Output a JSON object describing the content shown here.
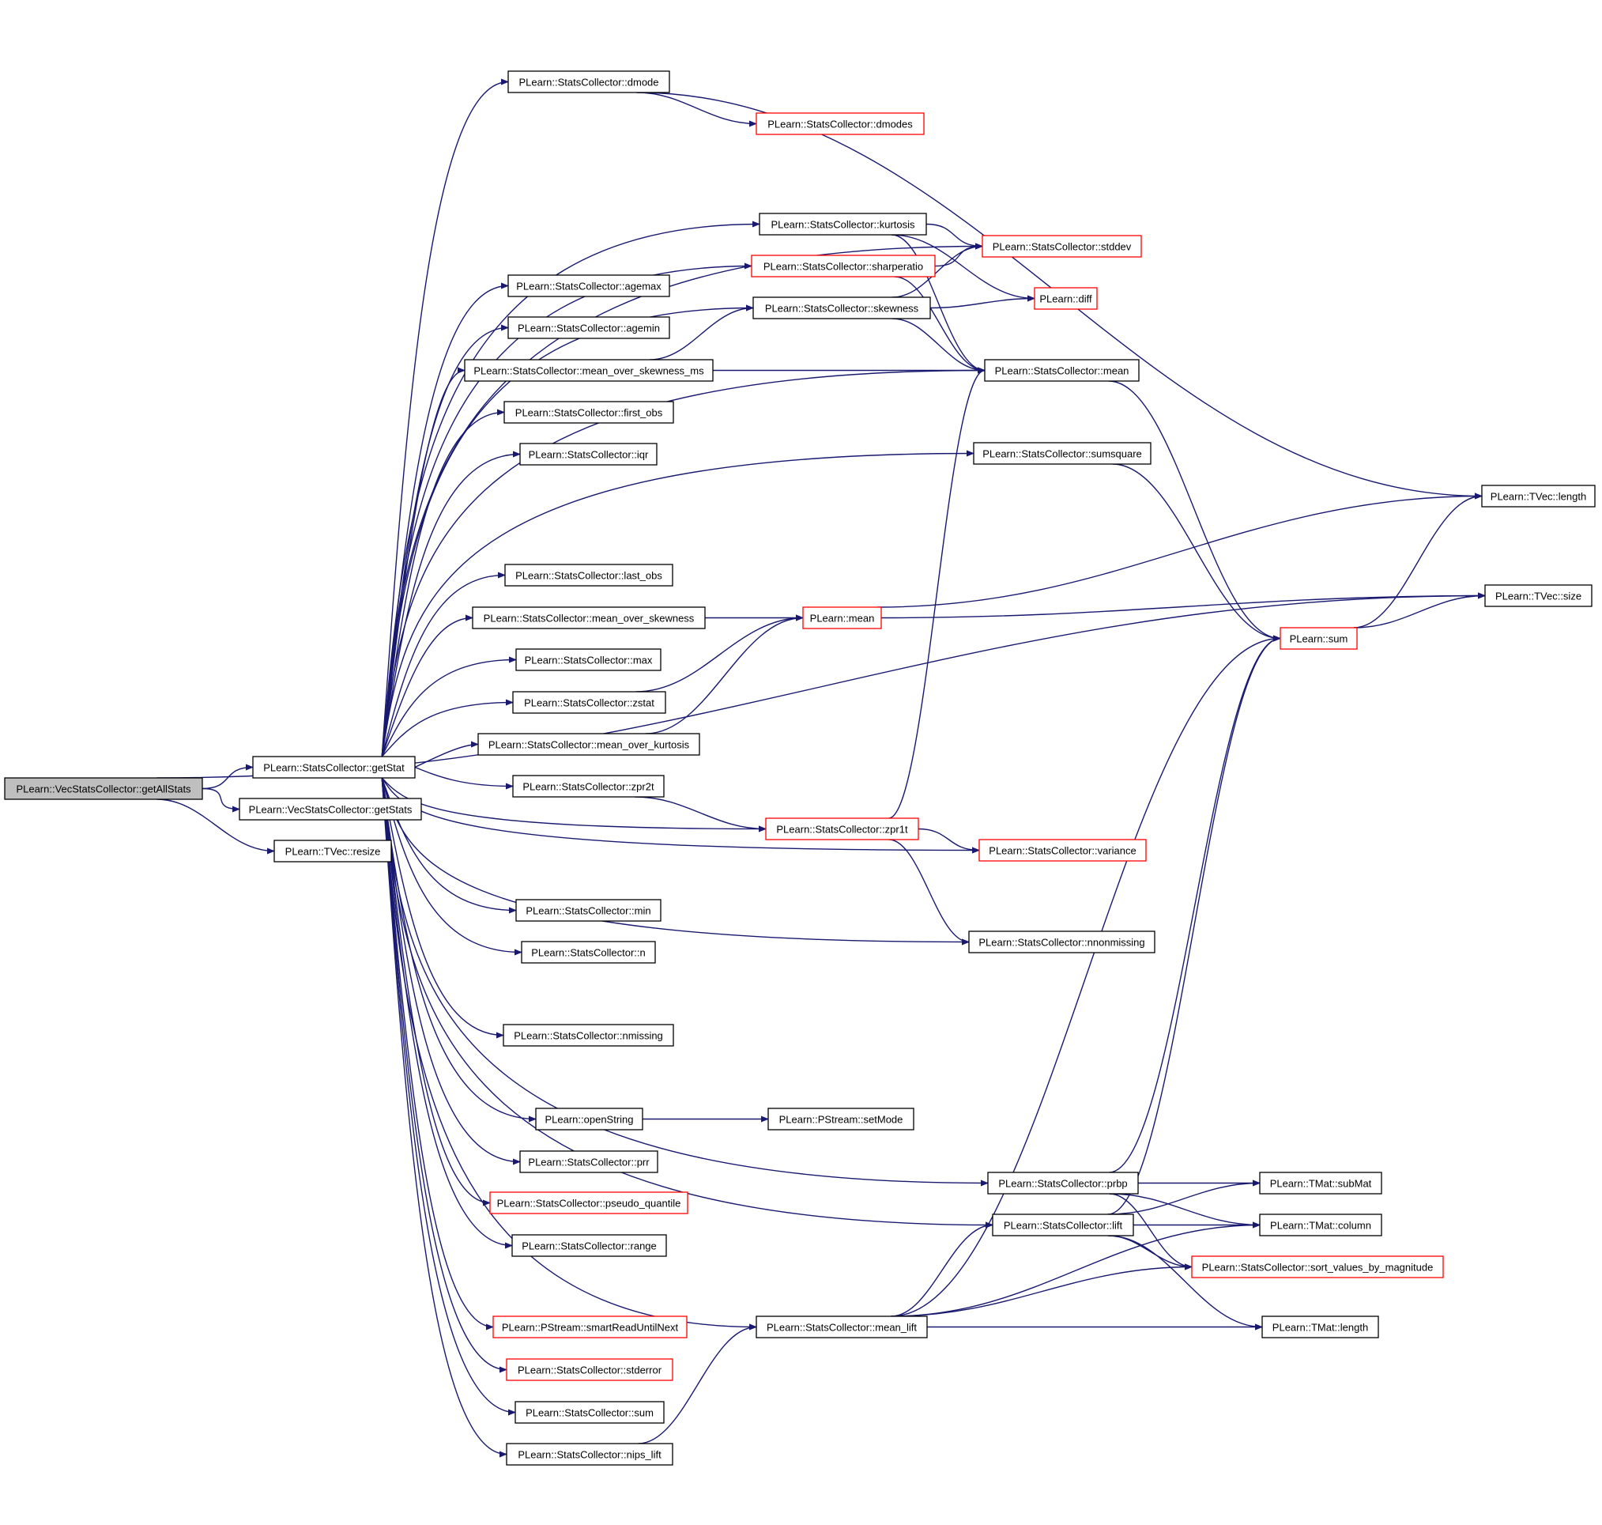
{
  "colors": {
    "edge": "#191970",
    "node_border": "#000000",
    "node_border_partial": "#ff0000",
    "root_fill": "#bfbfbf",
    "node_fill": "#ffffff"
  },
  "nodes": [
    {
      "id": "getAllStats",
      "label": "PLearn::VecStatsCollector::getAllStats",
      "root": true
    },
    {
      "id": "getStat",
      "label": "PLearn::StatsCollector::getStat"
    },
    {
      "id": "vgetStats",
      "label": "PLearn::VecStatsCollector::getStats"
    },
    {
      "id": "resize",
      "label": "PLearn::TVec::resize"
    },
    {
      "id": "dmode",
      "label": "PLearn::StatsCollector::dmode"
    },
    {
      "id": "dmodes",
      "label": "PLearn::StatsCollector::dmodes",
      "partial": true
    },
    {
      "id": "kurtosis",
      "label": "PLearn::StatsCollector::kurtosis"
    },
    {
      "id": "sharperatio",
      "label": "PLearn::StatsCollector::sharperatio",
      "partial": true
    },
    {
      "id": "stddev",
      "label": "PLearn::StatsCollector::stddev",
      "partial": true
    },
    {
      "id": "skewness",
      "label": "PLearn::StatsCollector::skewness"
    },
    {
      "id": "diff",
      "label": "PLearn::diff",
      "partial": true
    },
    {
      "id": "agemax",
      "label": "PLearn::StatsCollector::agemax"
    },
    {
      "id": "agemin",
      "label": "PLearn::StatsCollector::agemin"
    },
    {
      "id": "mosms",
      "label": "PLearn::StatsCollector::mean_over_skewness_ms"
    },
    {
      "id": "scmean",
      "label": "PLearn::StatsCollector::mean"
    },
    {
      "id": "first_obs",
      "label": "PLearn::StatsCollector::first_obs"
    },
    {
      "id": "iqr",
      "label": "PLearn::StatsCollector::iqr"
    },
    {
      "id": "sumsquare",
      "label": "PLearn::StatsCollector::sumsquare"
    },
    {
      "id": "tlength",
      "label": "PLearn::TVec::length"
    },
    {
      "id": "last_obs",
      "label": "PLearn::StatsCollector::last_obs"
    },
    {
      "id": "mos",
      "label": "PLearn::StatsCollector::mean_over_skewness"
    },
    {
      "id": "pmean",
      "label": "PLearn::mean",
      "partial": true
    },
    {
      "id": "tsize",
      "label": "PLearn::TVec::size"
    },
    {
      "id": "psum",
      "label": "PLearn::sum",
      "partial": true
    },
    {
      "id": "max",
      "label": "PLearn::StatsCollector::max"
    },
    {
      "id": "zstat",
      "label": "PLearn::StatsCollector::zstat"
    },
    {
      "id": "mok",
      "label": "PLearn::StatsCollector::mean_over_kurtosis"
    },
    {
      "id": "zpr2t",
      "label": "PLearn::StatsCollector::zpr2t"
    },
    {
      "id": "zpr1t",
      "label": "PLearn::StatsCollector::zpr1t",
      "partial": true
    },
    {
      "id": "variance",
      "label": "PLearn::StatsCollector::variance",
      "partial": true
    },
    {
      "id": "min",
      "label": "PLearn::StatsCollector::min"
    },
    {
      "id": "n",
      "label": "PLearn::StatsCollector::n"
    },
    {
      "id": "nnonmissing",
      "label": "PLearn::StatsCollector::nnonmissing"
    },
    {
      "id": "nmissing",
      "label": "PLearn::StatsCollector::nmissing"
    },
    {
      "id": "openString",
      "label": "PLearn::openString"
    },
    {
      "id": "setMode",
      "label": "PLearn::PStream::setMode"
    },
    {
      "id": "prr",
      "label": "PLearn::StatsCollector::prr"
    },
    {
      "id": "pseudo_quantile",
      "label": "PLearn::StatsCollector::pseudo_quantile",
      "partial": true
    },
    {
      "id": "range",
      "label": "PLearn::StatsCollector::range"
    },
    {
      "id": "prbp",
      "label": "PLearn::StatsCollector::prbp"
    },
    {
      "id": "subMat",
      "label": "PLearn::TMat::subMat"
    },
    {
      "id": "lift",
      "label": "PLearn::StatsCollector::lift"
    },
    {
      "id": "column",
      "label": "PLearn::TMat::column"
    },
    {
      "id": "svbm",
      "label": "PLearn::StatsCollector::sort_values_by_magnitude",
      "partial": true
    },
    {
      "id": "smartRead",
      "label": "PLearn::PStream::smartReadUntilNext",
      "partial": true
    },
    {
      "id": "mean_lift",
      "label": "PLearn::StatsCollector::mean_lift"
    },
    {
      "id": "tmlength",
      "label": "PLearn::TMat::length"
    },
    {
      "id": "stderror",
      "label": "PLearn::StatsCollector::stderror",
      "partial": true
    },
    {
      "id": "scsum",
      "label": "PLearn::StatsCollector::sum"
    },
    {
      "id": "nips_lift",
      "label": "PLearn::StatsCollector::nips_lift"
    }
  ],
  "edges": [
    [
      "getAllStats",
      "getStat"
    ],
    [
      "getAllStats",
      "vgetStats"
    ],
    [
      "getAllStats",
      "resize"
    ],
    [
      "getAllStats",
      "tsize"
    ],
    [
      "getStat",
      "dmode"
    ],
    [
      "getStat",
      "kurtosis"
    ],
    [
      "getStat",
      "sharperatio"
    ],
    [
      "getStat",
      "stddev"
    ],
    [
      "getStat",
      "skewness"
    ],
    [
      "getStat",
      "agemax"
    ],
    [
      "getStat",
      "agemin"
    ],
    [
      "getStat",
      "mosms"
    ],
    [
      "getStat",
      "scmean"
    ],
    [
      "getStat",
      "first_obs"
    ],
    [
      "getStat",
      "iqr"
    ],
    [
      "getStat",
      "sumsquare"
    ],
    [
      "getStat",
      "last_obs"
    ],
    [
      "getStat",
      "mos"
    ],
    [
      "getStat",
      "max"
    ],
    [
      "getStat",
      "zstat"
    ],
    [
      "getStat",
      "mok"
    ],
    [
      "getStat",
      "zpr2t"
    ],
    [
      "getStat",
      "zpr1t"
    ],
    [
      "getStat",
      "variance"
    ],
    [
      "getStat",
      "min"
    ],
    [
      "getStat",
      "n"
    ],
    [
      "getStat",
      "nnonmissing"
    ],
    [
      "getStat",
      "nmissing"
    ],
    [
      "getStat",
      "prbp"
    ],
    [
      "getStat",
      "openString"
    ],
    [
      "getStat",
      "prr"
    ],
    [
      "getStat",
      "pseudo_quantile"
    ],
    [
      "getStat",
      "range"
    ],
    [
      "getStat",
      "lift"
    ],
    [
      "getStat",
      "smartRead"
    ],
    [
      "getStat",
      "stderror"
    ],
    [
      "getStat",
      "scsum"
    ],
    [
      "getStat",
      "nips_lift"
    ],
    [
      "getStat",
      "mean_lift"
    ],
    [
      "dmode",
      "dmodes"
    ],
    [
      "dmode",
      "tlength"
    ],
    [
      "kurtosis",
      "stddev"
    ],
    [
      "kurtosis",
      "diff"
    ],
    [
      "kurtosis",
      "scmean"
    ],
    [
      "sharperatio",
      "stddev"
    ],
    [
      "sharperatio",
      "scmean"
    ],
    [
      "skewness",
      "stddev"
    ],
    [
      "skewness",
      "diff"
    ],
    [
      "skewness",
      "scmean"
    ],
    [
      "mosms",
      "skewness"
    ],
    [
      "mosms",
      "scmean"
    ],
    [
      "scmean",
      "psum"
    ],
    [
      "sumsquare",
      "psum"
    ],
    [
      "mos",
      "pmean"
    ],
    [
      "zstat",
      "pmean"
    ],
    [
      "mok",
      "pmean"
    ],
    [
      "pmean",
      "tlength"
    ],
    [
      "pmean",
      "tsize"
    ],
    [
      "psum",
      "tlength"
    ],
    [
      "psum",
      "tsize"
    ],
    [
      "zpr2t",
      "zpr1t"
    ],
    [
      "zpr1t",
      "scmean"
    ],
    [
      "zpr1t",
      "variance"
    ],
    [
      "zpr1t",
      "nnonmissing"
    ],
    [
      "openString",
      "setMode"
    ],
    [
      "prbp",
      "psum"
    ],
    [
      "prbp",
      "subMat"
    ],
    [
      "prbp",
      "column"
    ],
    [
      "prbp",
      "svbm"
    ],
    [
      "lift",
      "psum"
    ],
    [
      "lift",
      "subMat"
    ],
    [
      "lift",
      "column"
    ],
    [
      "lift",
      "svbm"
    ],
    [
      "lift",
      "tmlength"
    ],
    [
      "mean_lift",
      "psum"
    ],
    [
      "mean_lift",
      "lift"
    ],
    [
      "mean_lift",
      "column"
    ],
    [
      "mean_lift",
      "svbm"
    ],
    [
      "mean_lift",
      "tmlength"
    ],
    [
      "nips_lift",
      "mean_lift"
    ]
  ]
}
